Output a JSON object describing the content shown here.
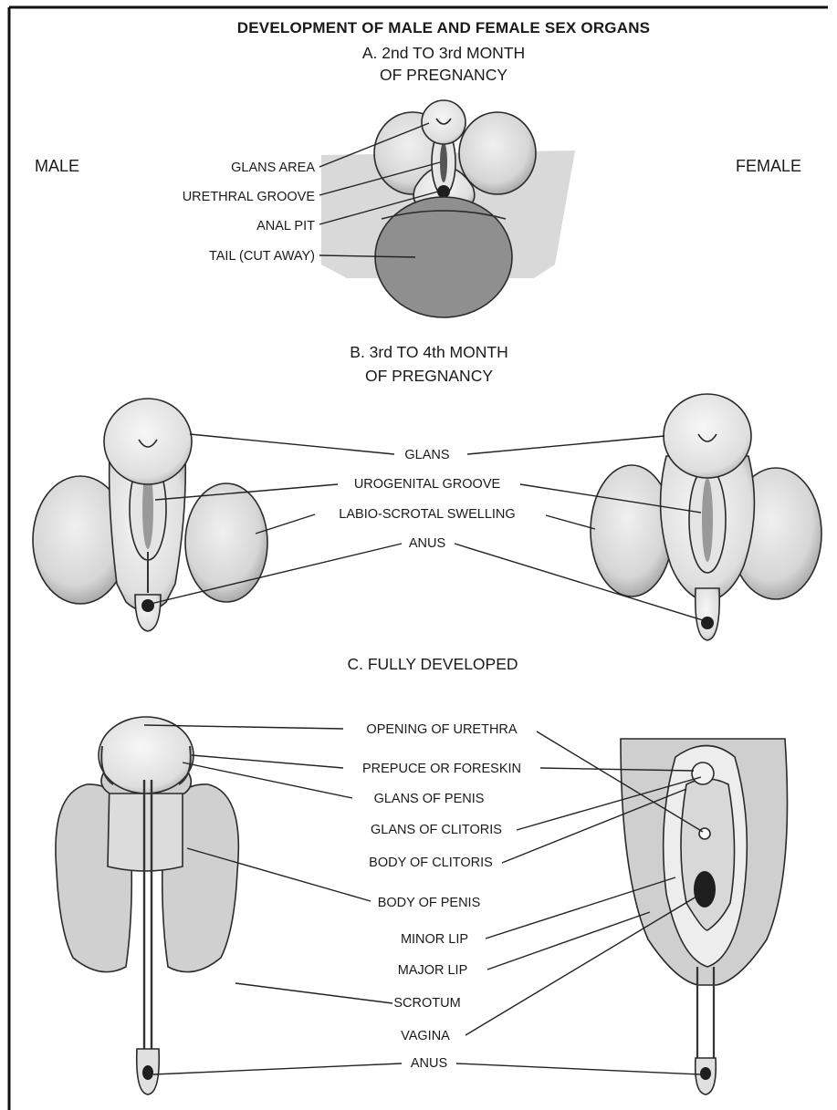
{
  "title": "DEVELOPMENT OF MALE AND FEMALE SEX ORGANS",
  "side_labels": {
    "male": "MALE",
    "female": "FEMALE"
  },
  "section_a": {
    "heading_line1": "A. 2nd TO 3rd MONTH",
    "heading_line2": "OF PREGNANCY",
    "labels": [
      "GLANS AREA",
      "URETHRAL GROOVE",
      "ANAL PIT",
      "TAIL (CUT AWAY)"
    ]
  },
  "section_b": {
    "heading_line1": "B. 3rd TO 4th MONTH",
    "heading_line2": "OF PREGNANCY",
    "labels": [
      "GLANS",
      "UROGENITAL GROOVE",
      "LABIO-SCROTAL SWELLING",
      "ANUS"
    ]
  },
  "section_c": {
    "heading": "C. FULLY DEVELOPED",
    "labels": [
      "OPENING OF URETHRA",
      "PREPUCE OR FORESKIN",
      "GLANS OF PENIS",
      "GLANS OF CLITORIS",
      "BODY OF CLITORIS",
      "BODY OF PENIS",
      "MINOR LIP",
      "MAJOR LIP",
      "SCROTUM",
      "VAGINA",
      "ANUS"
    ]
  },
  "colors": {
    "ink": "#1a1a1a",
    "shade": "#d2d2d2",
    "dark_shade": "#9a9a9a",
    "fill_dark": "#1e1e1e"
  }
}
